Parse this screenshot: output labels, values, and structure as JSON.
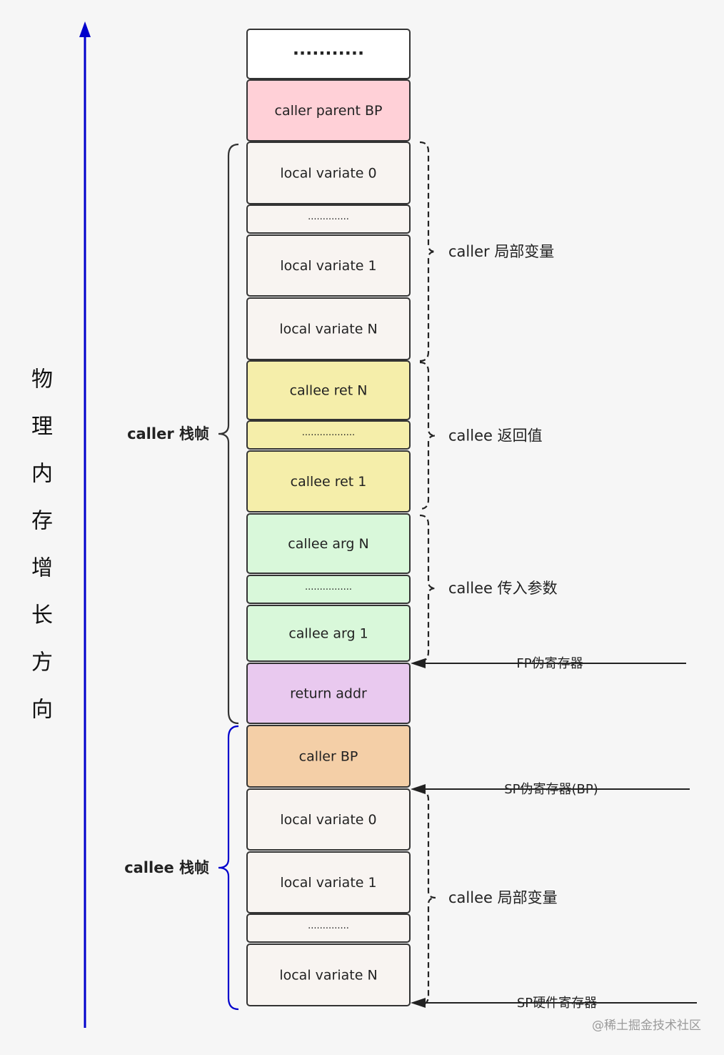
{
  "axis": {
    "label_chars": [
      "物",
      "理",
      "内",
      "存",
      "增",
      "长",
      "方",
      "向"
    ],
    "color": "#0000cc"
  },
  "stack": {
    "cells": [
      {
        "id": "top-ellipsis",
        "label": "...........",
        "kind": "top-dots",
        "fill": "#ffffff"
      },
      {
        "id": "caller-parent-bp",
        "label": "caller parent BP",
        "kind": "cell",
        "fill": "#ffd0d7"
      },
      {
        "id": "caller-local-0",
        "label": "local variate 0",
        "kind": "cell",
        "fill": "#f8f4f1"
      },
      {
        "id": "caller-local-ellipsis",
        "label": "..............",
        "kind": "dots",
        "fill": "#f8f4f1"
      },
      {
        "id": "caller-local-1",
        "label": "local variate 1",
        "kind": "cell",
        "fill": "#f8f4f1"
      },
      {
        "id": "caller-local-n",
        "label": "local variate N",
        "kind": "cell",
        "fill": "#f8f4f1"
      },
      {
        "id": "callee-ret-n",
        "label": "callee ret N",
        "kind": "cell",
        "fill": "#f5eeaa"
      },
      {
        "id": "callee-ret-ellipsis",
        "label": "..................",
        "kind": "dots",
        "fill": "#f5eeaa"
      },
      {
        "id": "callee-ret-1",
        "label": "callee ret 1",
        "kind": "cell",
        "fill": "#f5eeaa"
      },
      {
        "id": "callee-arg-n",
        "label": "callee arg N",
        "kind": "cell",
        "fill": "#d9f8da"
      },
      {
        "id": "callee-arg-ellipsis",
        "label": "................",
        "kind": "dots",
        "fill": "#d9f8da"
      },
      {
        "id": "callee-arg-1",
        "label": "callee arg 1",
        "kind": "cell",
        "fill": "#d9f8da"
      },
      {
        "id": "return-addr",
        "label": "return addr",
        "kind": "cell",
        "fill": "#e9c9ef"
      },
      {
        "id": "caller-bp",
        "label": "caller BP",
        "kind": "cell",
        "fill": "#f4cfa7"
      },
      {
        "id": "callee-local-0",
        "label": "local variate 0",
        "kind": "cell",
        "fill": "#f8f4f1"
      },
      {
        "id": "callee-local-1",
        "label": "local variate 1",
        "kind": "cell",
        "fill": "#f8f4f1"
      },
      {
        "id": "callee-local-ellipsis",
        "label": "..............",
        "kind": "dots",
        "fill": "#f8f4f1"
      },
      {
        "id": "callee-local-n",
        "label": "local variate N",
        "kind": "cell",
        "fill": "#f8f4f1"
      }
    ]
  },
  "brackets": [
    {
      "id": "caller-locals",
      "label": "caller 局部变量"
    },
    {
      "id": "callee-returns",
      "label": "callee 返回值"
    },
    {
      "id": "callee-args",
      "label": "callee 传入参数"
    },
    {
      "id": "callee-locals",
      "label": "callee 局部变量"
    }
  ],
  "frames": [
    {
      "id": "caller-frame",
      "label": "caller 栈帧",
      "color": "#333333"
    },
    {
      "id": "callee-frame",
      "label": "callee 栈帧",
      "color": "#0000cc"
    }
  ],
  "pointers": [
    {
      "id": "fp-pointer",
      "label": "FP伪寄存器"
    },
    {
      "id": "sp-pseudo-pointer",
      "label": "SP伪寄存器(BP)"
    },
    {
      "id": "sp-hardware-pointer",
      "label": "SP硬件寄存器"
    }
  ],
  "watermark": "@稀土掘金技术社区"
}
